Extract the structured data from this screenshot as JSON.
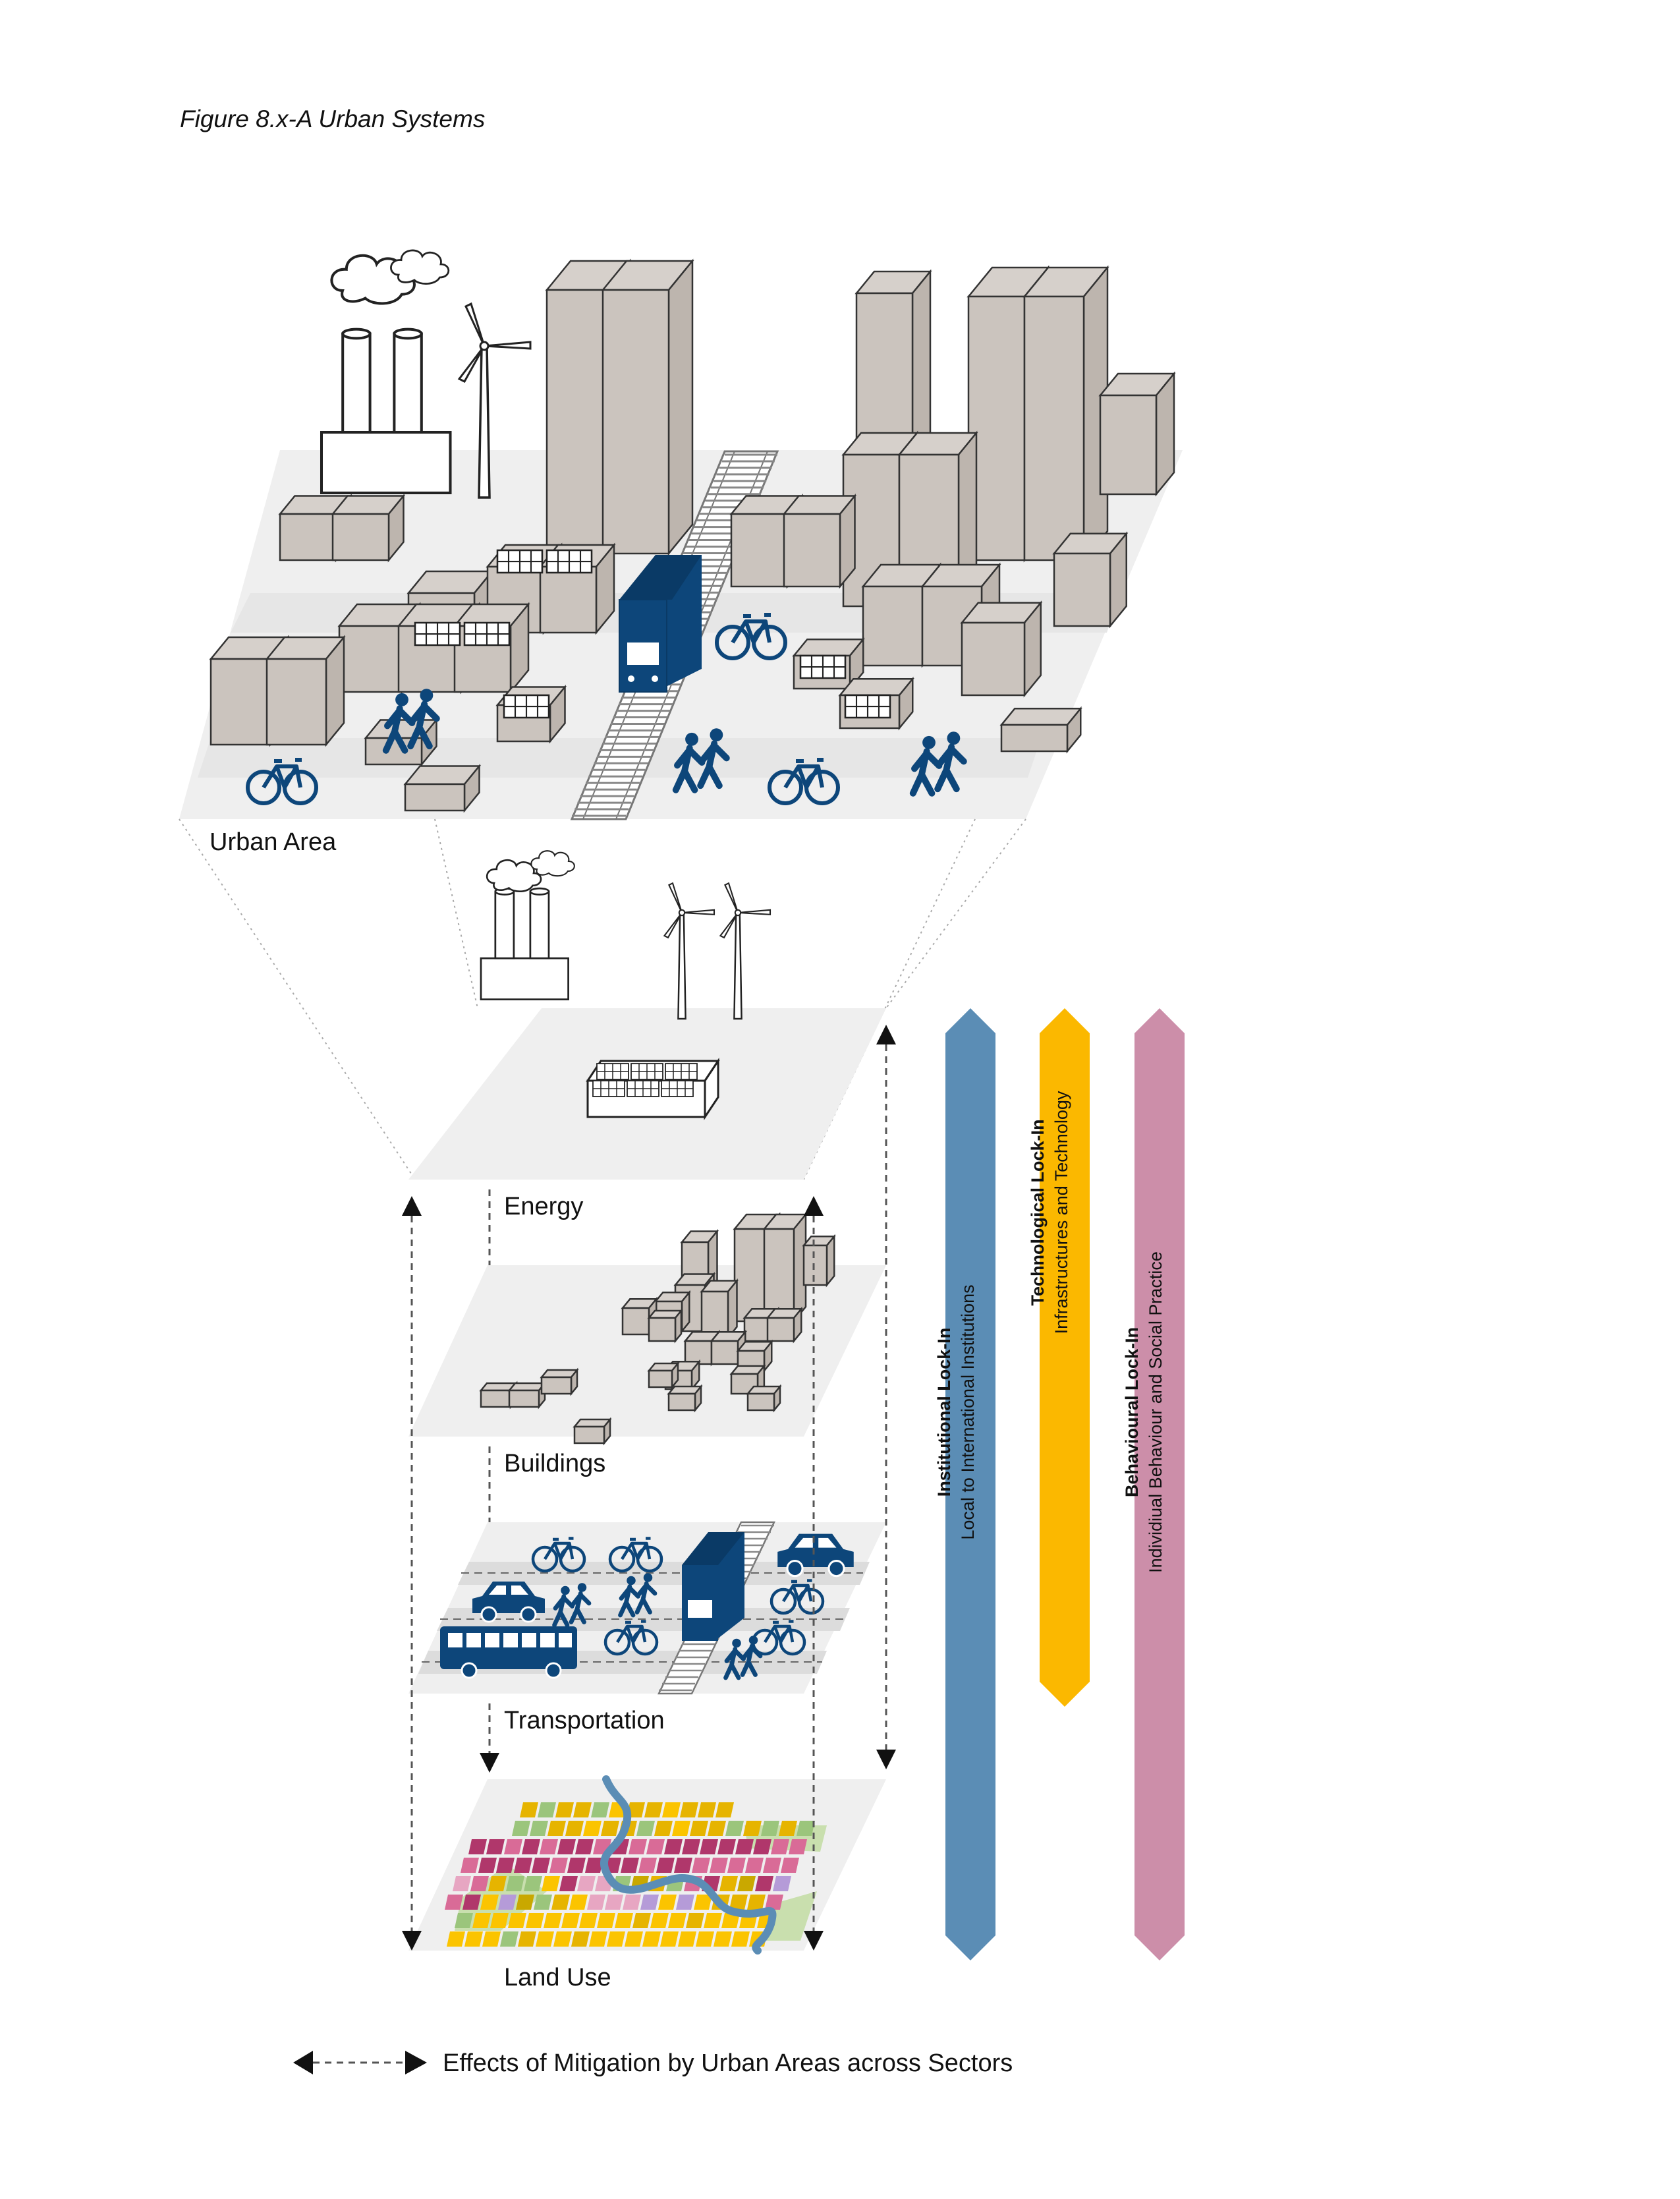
{
  "figure": {
    "title": "Figure 8.x-A Urban Systems"
  },
  "panels": {
    "urban_area": "Urban Area",
    "energy": "Energy",
    "buildings": "Buildings",
    "transportation": "Transportation",
    "land_use": "Land Use"
  },
  "locks": [
    {
      "title": "Institutional Lock-In",
      "subtitle": "Local to International Institutions",
      "color": "#5b8db5"
    },
    {
      "title": "Technological Lock-In",
      "subtitle": "Infrastructures and Technology",
      "color": "#fbb800"
    },
    {
      "title": "Behavioural Lock-In",
      "subtitle": "Individiual Behaviour and Social Practice",
      "color": "#cc8ea9"
    }
  ],
  "legend": {
    "label": "Effects of Mitigation by Urban Areas across Sectors"
  },
  "colors": {
    "navy": "#0d467a",
    "building": "#cbc4be",
    "panel": "#efefef",
    "water": "#5b8db5"
  }
}
